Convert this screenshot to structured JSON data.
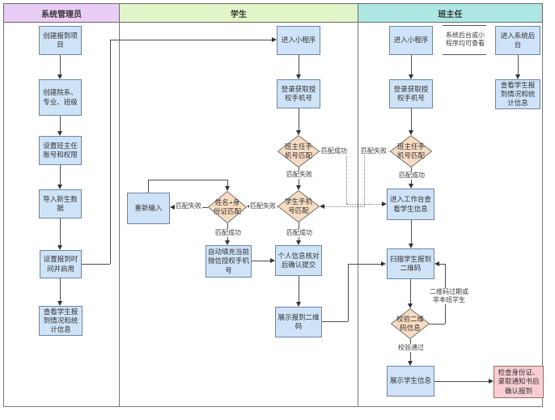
{
  "diagram_type": "swimlane-flowchart",
  "colors": {
    "lane_admin_header": "#e9cdf5",
    "lane_student_header": "#e2f5c8",
    "lane_teacher_header": "#ade6e3",
    "process_fill": "#cfe3f8",
    "process_border": "#6e86a4",
    "decision_fill": "#f8dcc1",
    "result_fill": "#f9ced2"
  },
  "lanes": {
    "admin": {
      "title": "系统管理员",
      "nodes": {
        "create_project": "创建报到项目",
        "create_departments": "创建院系、专业、班级",
        "setup_teacher_accounts": "设置班主任账号和权限",
        "import_students": "导入新生数据",
        "set_time_enable": "设置报到时间并启用",
        "view_stats": "查看学生报到情况和统计信息"
      }
    },
    "student": {
      "title": "学生",
      "nodes": {
        "enter_miniprogram": "进入小程序",
        "login_get_phone": "登录获取授权手机号",
        "teacher_phone_match": "班主任手机号匹配",
        "student_phone_match": "学生手机号匹配",
        "name_id_match": "姓名+身份证匹配",
        "reenter": "重新输入",
        "autofill_phone": "自动填充当前微信授权手机号",
        "confirm_submit": "个人信息核对后确认提交",
        "show_qrcode": "展示报到二维码"
      }
    },
    "teacher": {
      "title": "班主任",
      "nodes": {
        "enter_miniprogram": "进入小程序",
        "login_get_phone": "登录获取授权手机号",
        "teacher_phone_match": "班主任手机号匹配",
        "enter_workspace": "进入工作台查看学生信息",
        "scan_qrcode": "扫描学生报到二维码",
        "verify_qrcode": "校验二维码信息",
        "show_student_info": "展示学生信息",
        "confirm_checkin": "检查身份证、录取通知书后确认报到",
        "enter_backend": "进入系统后台",
        "view_stats": "查看学生报到情况和统计信息"
      },
      "note": "系统后台或小程序均可查看"
    }
  },
  "edge_labels": {
    "match_success": "匹配成功",
    "match_fail": "匹配失败",
    "verify_pass": "校验通过",
    "qr_invalid": "二维码过期或非本班学生"
  }
}
